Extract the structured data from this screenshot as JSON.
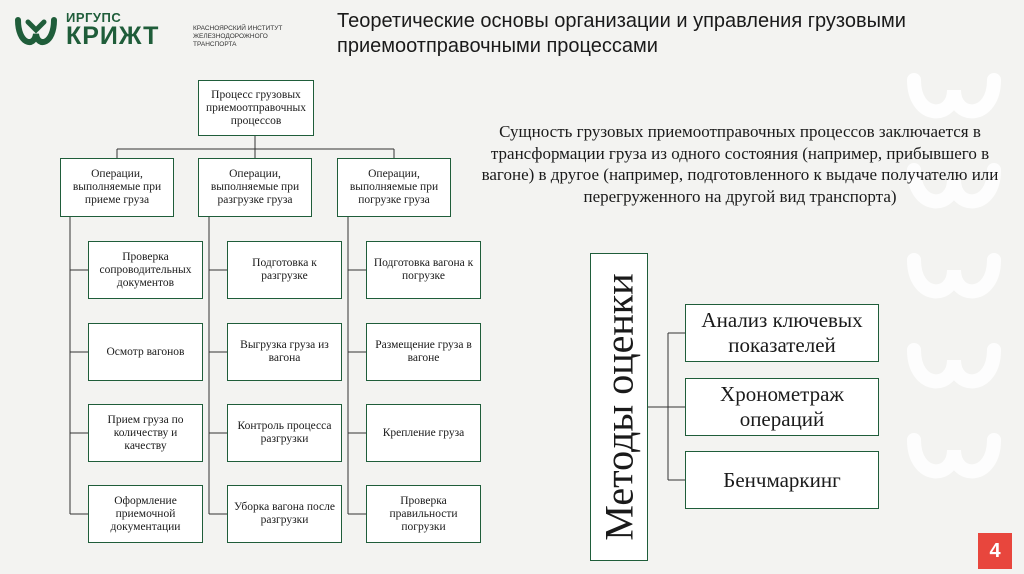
{
  "logo": {
    "top": "ИРГУПС",
    "main": "КРИЖТ",
    "subtitle": "КРАСНОЯРСКИЙ ИНСТИТУТ ЖЕЛЕЗНОДОРОЖНОГО ТРАНСПОРТА",
    "color": "#1f5d3a"
  },
  "title": "Теоретические основы организации и управления грузовыми приемоотправочными процессами",
  "tree": {
    "root": "Процесс грузовых приемоотправочных процессов",
    "branches": [
      {
        "label": "Операции, выполняемые при приеме груза",
        "items": [
          "Проверка сопроводительных документов",
          "Осмотр вагонов",
          "Прием груза по количеству и качеству",
          "Оформление приемочной документации"
        ]
      },
      {
        "label": "Операции, выполняемые при разгрузке груза",
        "items": [
          "Подготовка к разгрузке",
          "Выгрузка груза из вагона",
          "Контроль процесса разгрузки",
          "Уборка вагона после разгрузки"
        ]
      },
      {
        "label": "Операции, выполняемые при погрузке груза",
        "items": [
          "Подготовка вагона к погрузке",
          "Размещение груза в вагоне",
          "Крепление груза",
          "Проверка правильности погрузки"
        ]
      }
    ]
  },
  "essence": "Сущность грузовых приемоотправочных процессов заключается в трансформации груза из одного состояния (например, прибывшего в вагоне) в другое (например, подготовленного к выдаче получателю или перегруженного на другой вид транспорта)",
  "methods": {
    "title": "Методы оценки",
    "items": [
      "Анализ ключевых показателей",
      "Хронометраж операций",
      "Бенчмаркинг"
    ]
  },
  "page_number": "4",
  "accent_color": "#e8463d"
}
